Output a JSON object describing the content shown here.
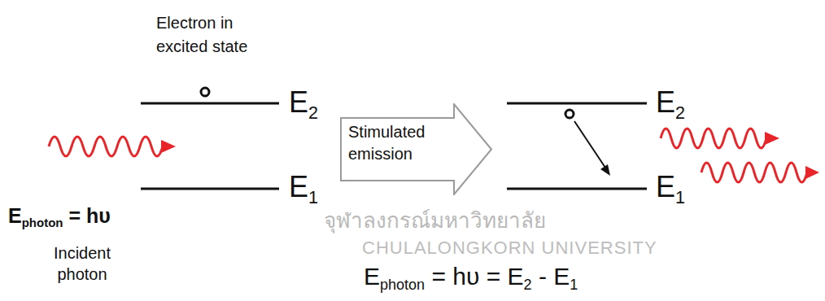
{
  "diagram": {
    "nodes": [
      {
        "text": [
          "Stimulated emission"
        ]
      }
    ],
    "labels": [
      "Electron in excited state",
      "E2",
      "E1",
      "Ephoton = hυ",
      "Incident photon",
      "E2",
      "E1",
      "Ephoton = hυ = E2 - E1",
      "จุฬาลงกรณ์มหาวิทยาลัย",
      "CHULALONGKORN UNIVERSITY"
    ]
  }
}
